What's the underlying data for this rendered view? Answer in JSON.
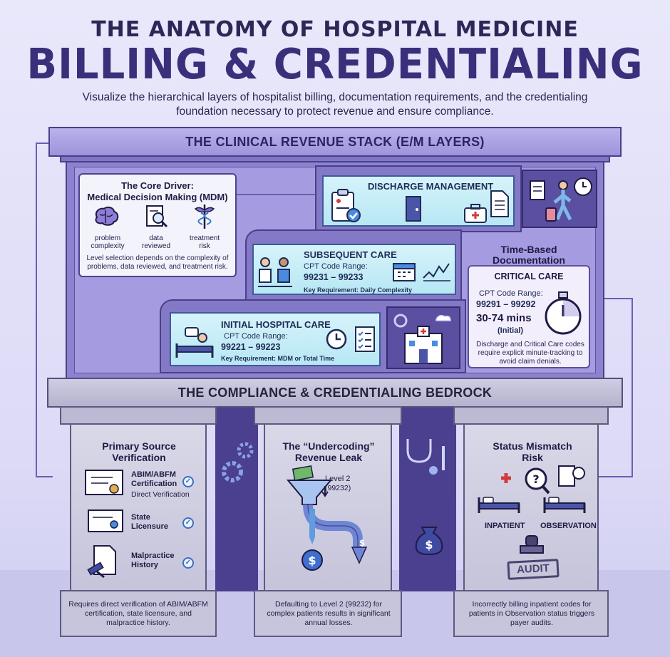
{
  "header": {
    "title_top": "THE ANATOMY OF HOSPITAL MEDICINE",
    "title_main": "BILLING & CREDENTIALING",
    "subtitle": "Visualize the hierarchical layers of hospitalist billing, documentation requirements, and the credentialing foundation necessary to protect revenue and ensure compliance."
  },
  "stack": {
    "title": "THE CLINICAL REVENUE STACK (E/M LAYERS)",
    "mdm": {
      "title_line1": "The Core Driver:",
      "title_line2": "Medical Decision Making (MDM)",
      "items": [
        {
          "label": "problem complexity",
          "icon": "brain-icon"
        },
        {
          "label": "data reviewed",
          "icon": "document-magnifier-icon"
        },
        {
          "label": "treatment risk",
          "icon": "caduceus-icon"
        }
      ],
      "note": "Level selection depends on the complexity of problems, data reviewed, and treatment risk."
    },
    "discharge": {
      "title": "DISCHARGE MANAGEMENT"
    },
    "subsequent": {
      "title": "SUBSEQUENT CARE",
      "code_label": "CPT Code Range:",
      "code_range": "99231 – 99233",
      "requirement": "Key Requirement: Daily Complexity"
    },
    "initial": {
      "title": "INITIAL HOSPITAL CARE",
      "code_label": "CPT Code Range:",
      "code_range": "99221 – 99223",
      "requirement": "Key Requirement: MDM or Total Time"
    },
    "time_based": {
      "heading_line1": "Time-Based",
      "heading_line2": "Documentation",
      "critical_title": "CRITICAL CARE",
      "code_label": "CPT Code Range:",
      "code_range": "99291 – 99292",
      "minutes": "30-74 mins",
      "minutes_note": "(Initial)",
      "note": "Discharge and Critical Care codes require explicit minute-tracking to avoid claim denials."
    }
  },
  "bedrock": {
    "title": "THE COMPLIANCE & CREDENTIALING BEDROCK",
    "pillars": [
      {
        "title": "Primary Source Verification",
        "items": [
          {
            "label": "ABIM/ABFM Certification",
            "sublabel": "Direct Verification"
          },
          {
            "label": "State Licensure",
            "sublabel": ""
          },
          {
            "label": "Malpractice History",
            "sublabel": ""
          }
        ],
        "note": "Requires direct verification of ABIM/ABFM certification, state licensure, and malpractice history."
      },
      {
        "title": "The “Undercoding” Revenue Leak",
        "level_label": "Level 2",
        "level_code": "(99232)",
        "note": "Defaulting to Level 2 (99232) for complex patients results in significant annual losses."
      },
      {
        "title": "Status Mismatch Risk",
        "left_label": "INPATIENT",
        "right_label": "OBSERVATION",
        "stamp": "AUDIT",
        "note": "Incorrectly billing inpatient codes for patients in Observation status triggers payer audits."
      }
    ]
  },
  "colors": {
    "accent": "#3a2f7a",
    "panel": "#b7e7f4",
    "structure": "#8c82cf",
    "stone": "#c6c4da"
  }
}
